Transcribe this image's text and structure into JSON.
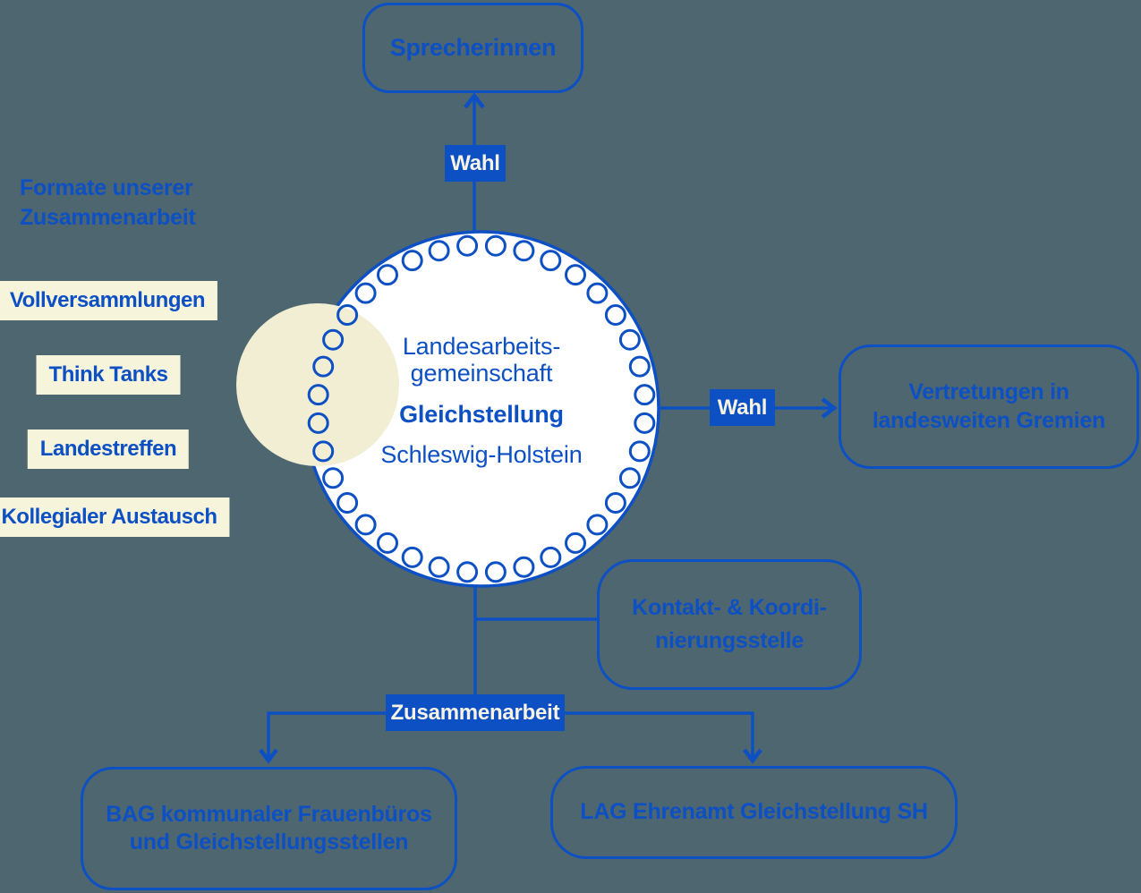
{
  "colors": {
    "background": "#4d6670",
    "blue": "#0d50c4",
    "label_cream": "#f7f4dc",
    "circle_cream": "#f1eed3",
    "badge_text": "#f6f3e4"
  },
  "left_panel": {
    "heading": {
      "line1": "Formate unserer",
      "line2": "Zusammenarbeit"
    },
    "labels": [
      "Vollversammlungen",
      "Think Tanks",
      "Landestreffen",
      "Kollegialer Austausch"
    ]
  },
  "center_circle": {
    "name_line1": "Landesarbeits-",
    "name_line2": "gemeinschaft",
    "name_bold": "Gleichstellung",
    "region": "Schleswig-Holstein"
  },
  "edges": {
    "wahl_top": "Wahl",
    "wahl_right": "Wahl",
    "zusammenarbeit": "Zusammenarbeit"
  },
  "nodes": {
    "sprecherinnen": {
      "label": "Sprecherinnen"
    },
    "vertretungen": {
      "line1": "Vertretungen in",
      "line2": "landesweiten Gremien"
    },
    "kontakt": {
      "line1": "Kontakt- & Koordi-",
      "line2": "nierungsstelle"
    },
    "bag": {
      "line1": "BAG kommunaler Frauenbüros",
      "line2": "und Gleichstellungsstellen"
    },
    "lag": {
      "label": "LAG Ehrenamt Gleichstellung SH"
    }
  }
}
